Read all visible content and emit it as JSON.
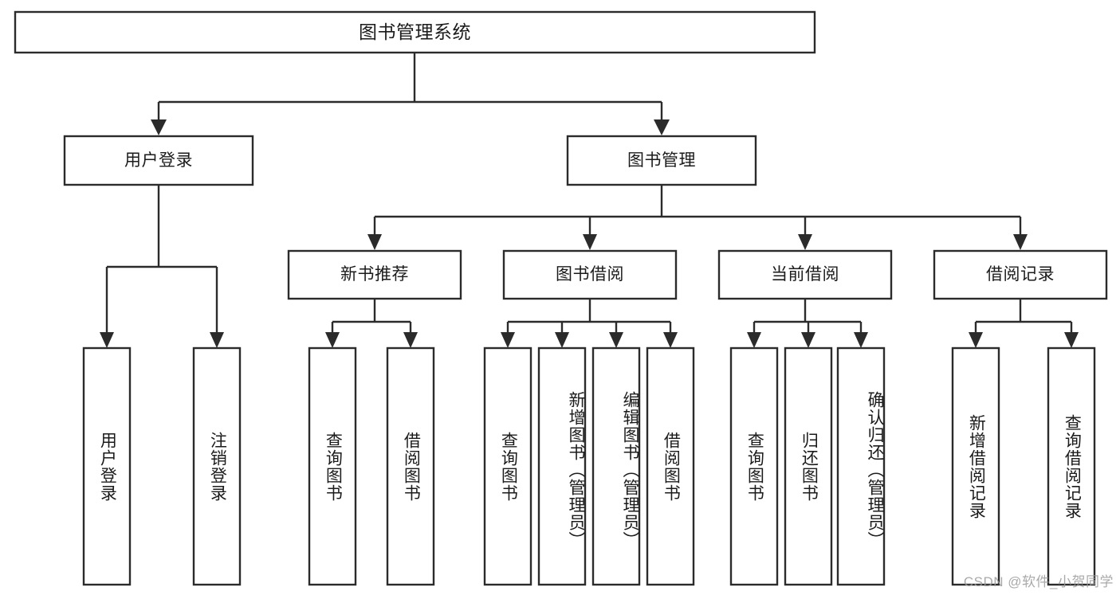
{
  "diagram": {
    "title": "图书管理系统",
    "type": "tree-hierarchy",
    "watermark": "CSDN @软件_小贺同学",
    "colors": {
      "stroke": "#2b2b2b",
      "fill": "#ffffff",
      "text": "#1b1b1b",
      "watermark": "#9b9b9b"
    },
    "nodes": {
      "root": {
        "label": "图书管理系统"
      },
      "level2": [
        {
          "id": "user-login",
          "label": "用户登录"
        },
        {
          "id": "book-management",
          "label": "图书管理"
        }
      ],
      "level3": [
        {
          "id": "new-book-recommend",
          "label": "新书推荐"
        },
        {
          "id": "book-borrow",
          "label": "图书借阅"
        },
        {
          "id": "current-borrow",
          "label": "当前借阅"
        },
        {
          "id": "borrow-record",
          "label": "借阅记录"
        }
      ],
      "leaves": {
        "user-login": [
          {
            "id": "leaf-user-login",
            "label": "用户登录"
          },
          {
            "id": "leaf-logout-login",
            "label": "注销登录"
          }
        ],
        "new-book-recommend": [
          {
            "id": "leaf-query-book-1",
            "label": "查询图书"
          },
          {
            "id": "leaf-borrow-book-1",
            "label": "借阅图书"
          }
        ],
        "book-borrow": [
          {
            "id": "leaf-query-book-2",
            "label": "查询图书"
          },
          {
            "id": "leaf-add-book",
            "label": "新增图书（管理员）"
          },
          {
            "id": "leaf-edit-book",
            "label": "编辑图书（管理员）"
          },
          {
            "id": "leaf-borrow-book-2",
            "label": "借阅图书"
          }
        ],
        "current-borrow": [
          {
            "id": "leaf-query-book-3",
            "label": "查询图书"
          },
          {
            "id": "leaf-return-book",
            "label": "归还图书"
          },
          {
            "id": "leaf-confirm-return",
            "label": "确认归还（管理员）"
          }
        ],
        "borrow-record": [
          {
            "id": "leaf-add-borrow-record",
            "label": "新增借阅记录"
          },
          {
            "id": "leaf-query-borrow-record",
            "label": "查询借阅记录"
          }
        ]
      }
    }
  }
}
